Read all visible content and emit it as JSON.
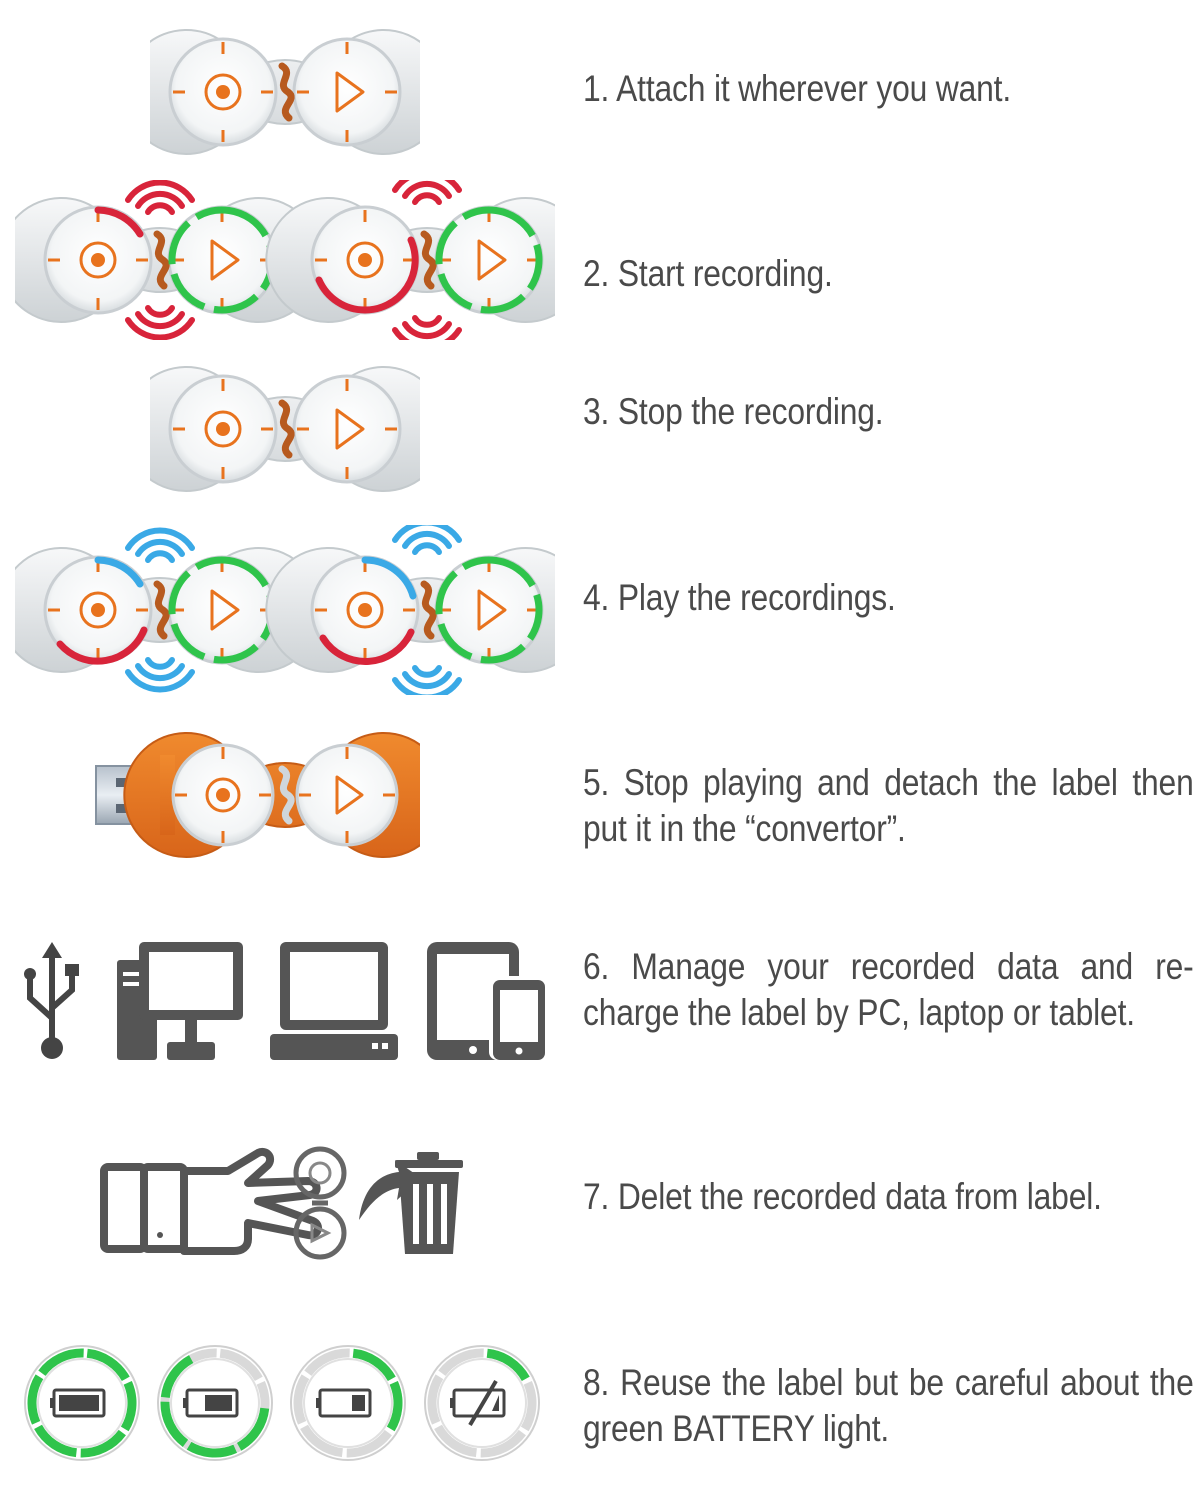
{
  "steps": [
    {
      "text": "1. Attach it wherever you want."
    },
    {
      "text": "2.  Start recording."
    },
    {
      "text": "3.  Stop the recording."
    },
    {
      "text": "4.  Play the recordings."
    },
    {
      "text": "5.  Stop playing and detach the label then put it in the “convertor”."
    },
    {
      "text": "6. Manage your recorded data and re-charge the label by PC, laptop or tablet."
    },
    {
      "text": "7. Delet the recorded data from label."
    },
    {
      "text": "8. Reuse the label but be careful about the green BATTERY light."
    }
  ],
  "icons": {
    "step1": "device-icon",
    "step2": "recording-device-icon",
    "step3": "device-icon",
    "step4": "playing-device-icon",
    "step5": "usb-device-icon",
    "step6": [
      "usb-symbol-icon",
      "desktop-pc-icon",
      "laptop-icon",
      "tablet-phone-icon"
    ],
    "step7": [
      "hand-pressing-icon",
      "trash-icon"
    ],
    "step8": [
      "battery-full-icon",
      "battery-half-icon",
      "battery-low-icon",
      "battery-empty-icon"
    ]
  },
  "battery_levels": [
    1.0,
    0.6,
    0.3,
    0.0
  ],
  "colors": {
    "orange": "#e8731e",
    "green": "#2fc44b",
    "red": "#d8243a",
    "blue": "#3aa9e6",
    "gray": "#555555",
    "text": "#4a4a4a"
  }
}
